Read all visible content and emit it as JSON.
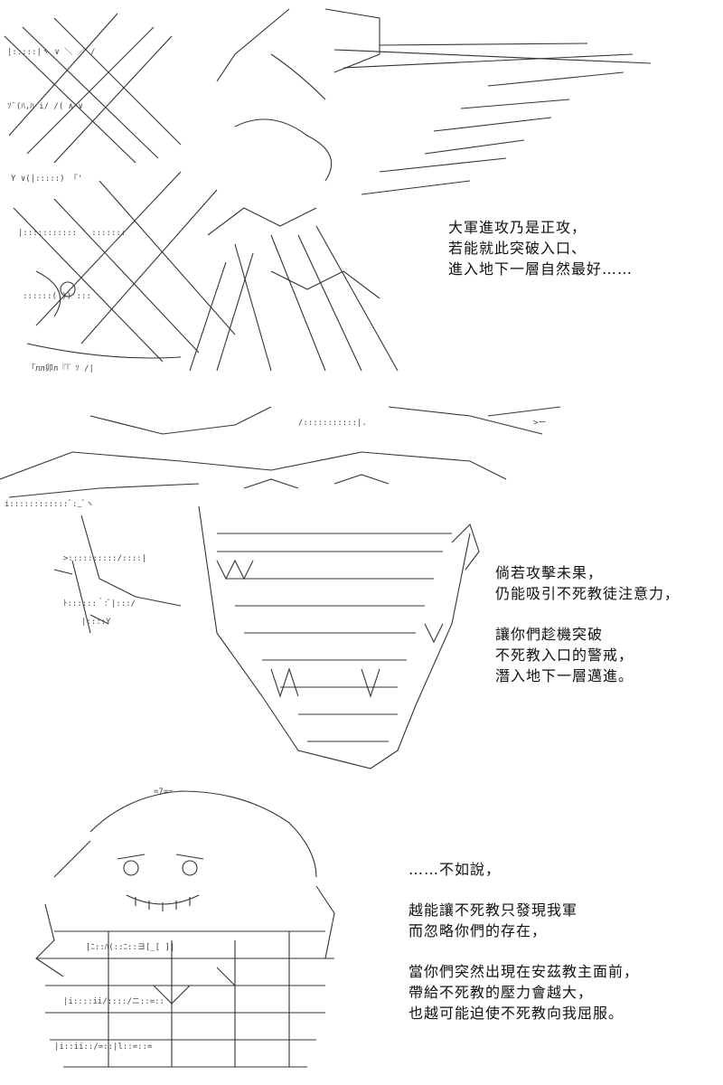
{
  "panels": [
    {
      "art_subject": "bird-like-creature-with-wings",
      "lines": [
        "大軍進攻乃是正攻，",
        "若能就此突破入口、",
        "進入地下一層自然最好……"
      ]
    },
    {
      "art_subject": "winged-monster-face",
      "lines": [
        "倘若攻擊未果，",
        "仍能吸引不死教徒注意力，",
        "讓你們趁機突破",
        "不死教入口的警戒，",
        "潛入地下一層邁進。"
      ],
      "gaps_after": [
        1
      ]
    },
    {
      "art_subject": "smiling-armored-character",
      "lines": [
        "……不如說，",
        "越能讓不死教只發現我軍",
        "而忽略你們的存在，",
        "當你們突然出現在安茲教主面前，",
        "帶給不死教的壓力會越大，",
        "也越可能迫使不死教向我屈服。"
      ],
      "gaps_after": [
        0,
        2
      ]
    }
  ]
}
